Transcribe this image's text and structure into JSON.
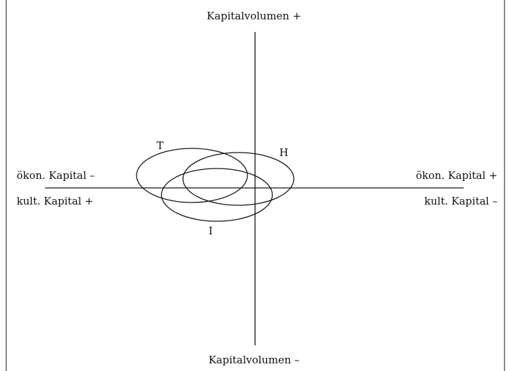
{
  "diagram": {
    "axes": {
      "top": "Kapitalvolumen +",
      "bottom": "Kapitalvolumen –",
      "left_upper": "ökon. Kapital –",
      "left_lower": "kult. Kapital +",
      "right_upper": "ökon. Kapital +",
      "right_lower": "kult. Kapital –"
    },
    "regions": [
      {
        "id": "T",
        "label": "T"
      },
      {
        "id": "H",
        "label": "H"
      },
      {
        "id": "I",
        "label": "I"
      }
    ],
    "colors": {
      "stroke": "#111111",
      "background": "#ffffff"
    }
  }
}
